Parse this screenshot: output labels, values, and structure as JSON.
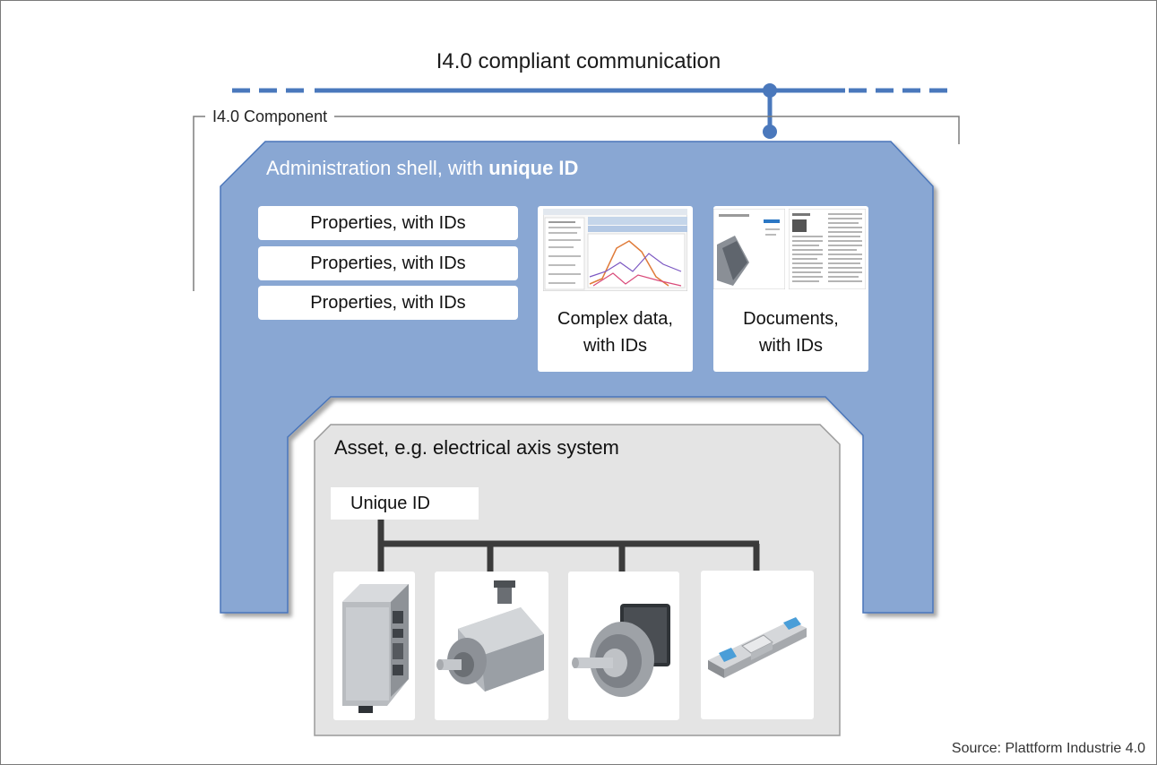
{
  "title": "I4.0 compliant communication",
  "component_label": "I4.0 Component",
  "shell": {
    "title_plain": "Administration shell, with ",
    "title_bold": "unique ID",
    "properties": [
      "Properties, with IDs",
      "Properties, with IDs",
      "Properties, with IDs"
    ],
    "complex_data": {
      "line1": "Complex data,",
      "line2": "with IDs"
    },
    "documents": {
      "line1": "Documents,",
      "line2": "with IDs"
    }
  },
  "asset": {
    "title": "Asset, e.g. electrical axis system",
    "unique_id": "Unique ID",
    "devices": [
      {
        "name": "servo-drive-controller"
      },
      {
        "name": "servo-motor"
      },
      {
        "name": "planetary-gearbox"
      },
      {
        "name": "linear-axis"
      }
    ]
  },
  "source": "Source: Plattform Industrie 4.0",
  "colors": {
    "shell_fill": "#89a7d3",
    "shell_edge": "#4a74b9",
    "bus": "#4a78bc",
    "asset_fill": "#e4e4e4",
    "asset_edge": "#9a9a9a",
    "connector": "#3b3b3b"
  }
}
